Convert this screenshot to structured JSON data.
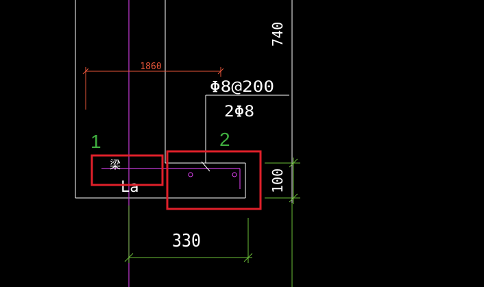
{
  "drawing": {
    "dim_top_width": "1860",
    "dim_vertical_height": "740",
    "rebar_stirrup": "Φ8@200",
    "rebar_main": "2Φ8",
    "dim_bottom_width": "330",
    "dim_thickness": "100",
    "beam_label": "梁",
    "anchor_label": "La",
    "callout_1": "1",
    "callout_2": "2"
  },
  "colors": {
    "background": "#000000",
    "outline": "#ffffff",
    "dimension": "#6bbf39",
    "red_dimension": "#e8563a",
    "rebar": "#c43ad6",
    "callout_box": "#e0202a",
    "callout_text": "#3fae3f",
    "text": "#ffffff"
  }
}
